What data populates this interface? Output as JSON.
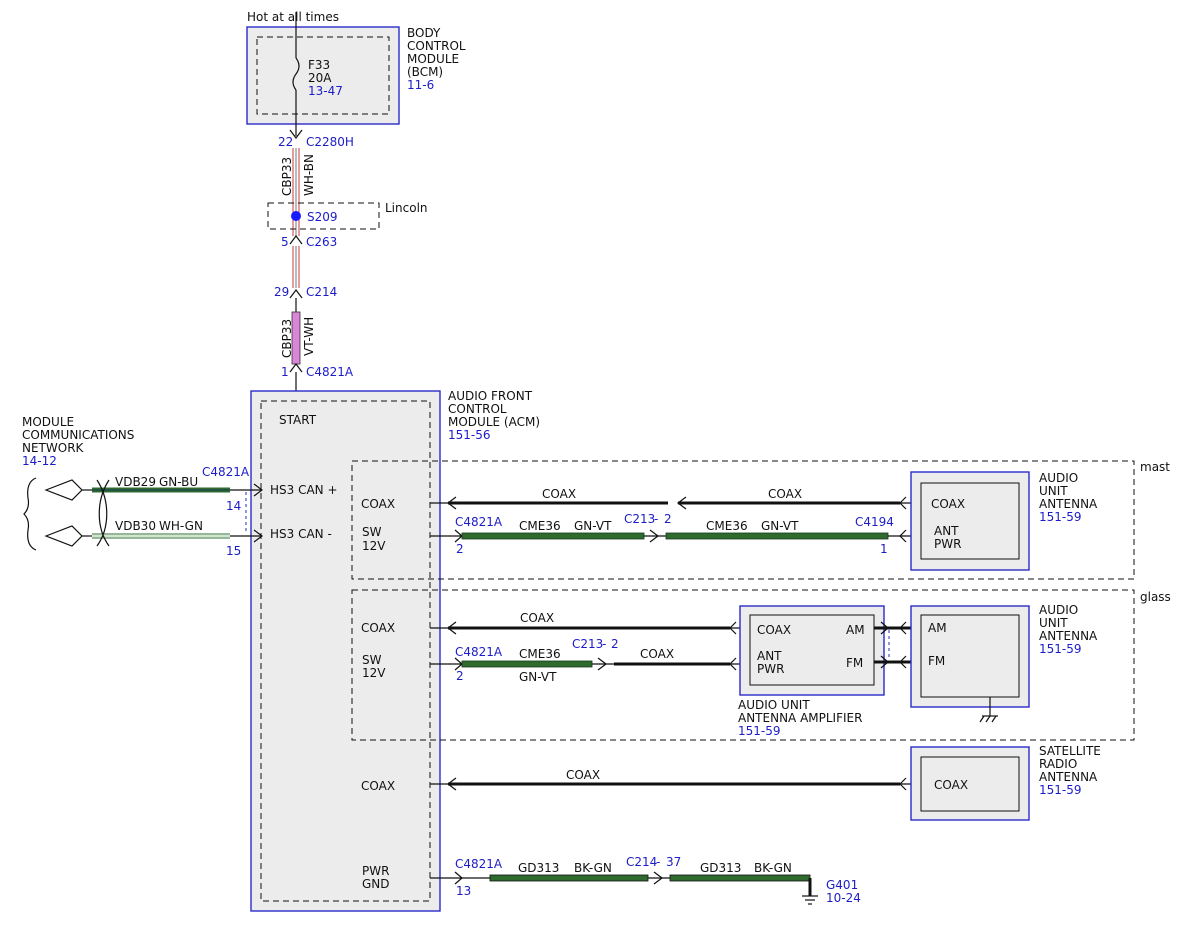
{
  "bcm": {
    "hot_label": "Hot at all times",
    "title_lines": [
      "BODY",
      "CONTROL",
      "MODULE",
      "(BCM)"
    ],
    "ref": "11-6",
    "fuse_name": "F33",
    "fuse_amps": "20A",
    "fuse_ref": "13-47"
  },
  "power_feed": {
    "c2280h_pin": "22",
    "c2280h": "C2280H",
    "circuit_upper": "CBP33",
    "color_upper": "WH-BN",
    "splice": "S209",
    "lincoln_label": "Lincoln",
    "c263_pin": "5",
    "c263": "C263",
    "c214_pin": "29",
    "c214": "C214",
    "circuit_lower": "CBP33",
    "color_lower": "VT-WH",
    "c4821a_pin": "1",
    "c4821a": "C4821A"
  },
  "acm": {
    "title_lines": [
      "AUDIO FRONT",
      "CONTROL",
      "MODULE (ACM)"
    ],
    "ref": "151-56",
    "start_label": "START",
    "hs3_plus": "HS3 CAN +",
    "hs3_minus": "HS3 CAN -",
    "coax": "COAX",
    "sw": "SW",
    "v12": "12V",
    "pwr": "PWR",
    "gnd": "GND"
  },
  "network": {
    "title_lines": [
      "MODULE",
      "COMMUNICATIONS",
      "NETWORK"
    ],
    "ref": "14-12",
    "vdb29": "VDB29",
    "vdb29_color": "GN-BU",
    "vdb30": "VDB30",
    "vdb30_color": "WH-GN",
    "connector": "C4821A",
    "pin14": "14",
    "pin15": "15"
  },
  "mast": {
    "region_label": "mast",
    "coax_label": "COAX",
    "coax_label2": "COAX",
    "c4821a": "C4821A",
    "c4821a_pin": "2",
    "cme36": "CME36",
    "gn_vt": "GN-VT",
    "c213": "C213",
    "c213_pin": "2",
    "c4194": "C4194",
    "c4194_pin": "1",
    "antenna_title": [
      "AUDIO",
      "UNIT",
      "ANTENNA"
    ],
    "antenna_ref": "151-59",
    "ant_coax": "COAX",
    "ant": "ANT",
    "pwr": "PWR"
  },
  "glass": {
    "region_label": "glass",
    "coax_label": "COAX",
    "c4821a": "C4821A",
    "c4821a_pin": "2",
    "cme36": "CME36",
    "gn_vt": "GN-VT",
    "c213": "C213",
    "c213_pin": "2",
    "coax_label2": "COAX",
    "amp_coax": "COAX",
    "amp_am": "AM",
    "amp_ant": "ANT",
    "amp_pwr": "PWR",
    "amp_fm": "FM",
    "amp_title": [
      "AUDIO UNIT",
      "ANTENNA AMPLIFIER"
    ],
    "amp_ref": "151-59",
    "ant_am": "AM",
    "ant_fm": "FM",
    "antenna_title": [
      "AUDIO",
      "UNIT",
      "ANTENNA"
    ],
    "antenna_ref": "151-59"
  },
  "satellite": {
    "coax_label": "COAX",
    "title_lines": [
      "SATELLITE",
      "RADIO",
      "ANTENNA"
    ],
    "ref": "151-59",
    "box_coax": "COAX"
  },
  "ground": {
    "c4821a": "C4821A",
    "c4821a_pin": "13",
    "gd313": "GD313",
    "bk_gn": "BK-GN",
    "c214": "C214",
    "c214_pin": "37",
    "gd313b": "GD313",
    "bk_gn_b": "BK-GN",
    "g401": "G401",
    "g401_ref": "10-24"
  },
  "colors": {
    "reference_blue": "#1c1cc8",
    "module_border": "#2a2ac8",
    "module_fill": "#ececec",
    "wire_green": "#2f6b2f",
    "wire_pink": "#d986d9",
    "wire_red": "#c43c3c",
    "splice_dot": "#1a1aff"
  }
}
